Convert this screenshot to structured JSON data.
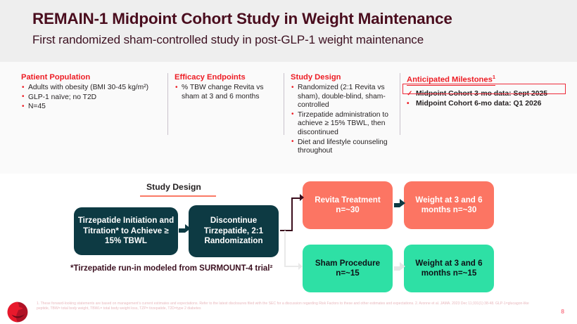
{
  "header": {
    "title": "REMAIN-1 Midpoint Cohort Study in Weight Maintenance",
    "subtitle": "First randomized sham-controlled study in post-GLP-1 weight maintenance"
  },
  "columns": [
    {
      "heading": "Patient Population",
      "bullets": [
        "Adults with obesity (BMI 30-45 kg/m²)",
        "GLP-1 naïve; no T2D",
        "N=45"
      ]
    },
    {
      "heading": "Efficacy Endpoints",
      "bullets": [
        "% TBW change Revita vs sham at 3 and 6 months"
      ]
    },
    {
      "heading": "Study Design",
      "bullets": [
        "Randomized (2:1 Revita vs sham), double-blind, sham-controlled",
        "Tirzepatide administration to achieve ≥ 15% TBWL, then discontinued",
        "Diet and lifestyle counseling throughout"
      ]
    }
  ],
  "milestones": {
    "heading": "Anticipated Milestones",
    "heading_sup": "1",
    "items": [
      {
        "mark": "✓",
        "label": "Midpoint Cohort 3-mo data: Sept 2025",
        "highlighted": true
      },
      {
        "mark": "•",
        "label": "Midpoint Cohort 6-mo data: Q1 2026",
        "highlighted": false
      }
    ]
  },
  "diagram": {
    "label": "Study Design",
    "nodes": {
      "tirzepatide": "Tirzepatide Initiation and Titration* to Achieve ≥ 15% TBWL",
      "discontinue": "Discontinue Tirzepatide, 2:1 Randomization",
      "revita": "Revita Treatment n=~30",
      "weight_revita": "Weight at 3 and 6 months n=~30",
      "sham": "Sham Procedure n=~15",
      "weight_sham": "Weight at 3 and 6 months n=~15"
    },
    "footnote_star": "*Tirzepatide run-in modeled from SURMOUNT-4 trial²"
  },
  "footer": {
    "disclaimer": "1. These forward-looking statements are based on management's current estimates and expectations. Refer to the latest disclosures filed with the SEC for a discussion regarding Risk Factors to these and other estimates and expectations. 2. Aronne et al. JAMA. 2023 Dec 11;331(1):38-48. GLP-1=glucagon-like peptide, TBW= total body weight, TBWL= total body weight loss, TZP= tirzepatide, T2D=type 2 diabetes",
    "page_number": "8"
  },
  "colors": {
    "accent_red": "#ed1c24",
    "title_maroon": "#4a0d1e",
    "teal": "#0d3a43",
    "coral": "#fc7563",
    "mint": "#2ee0a5"
  }
}
